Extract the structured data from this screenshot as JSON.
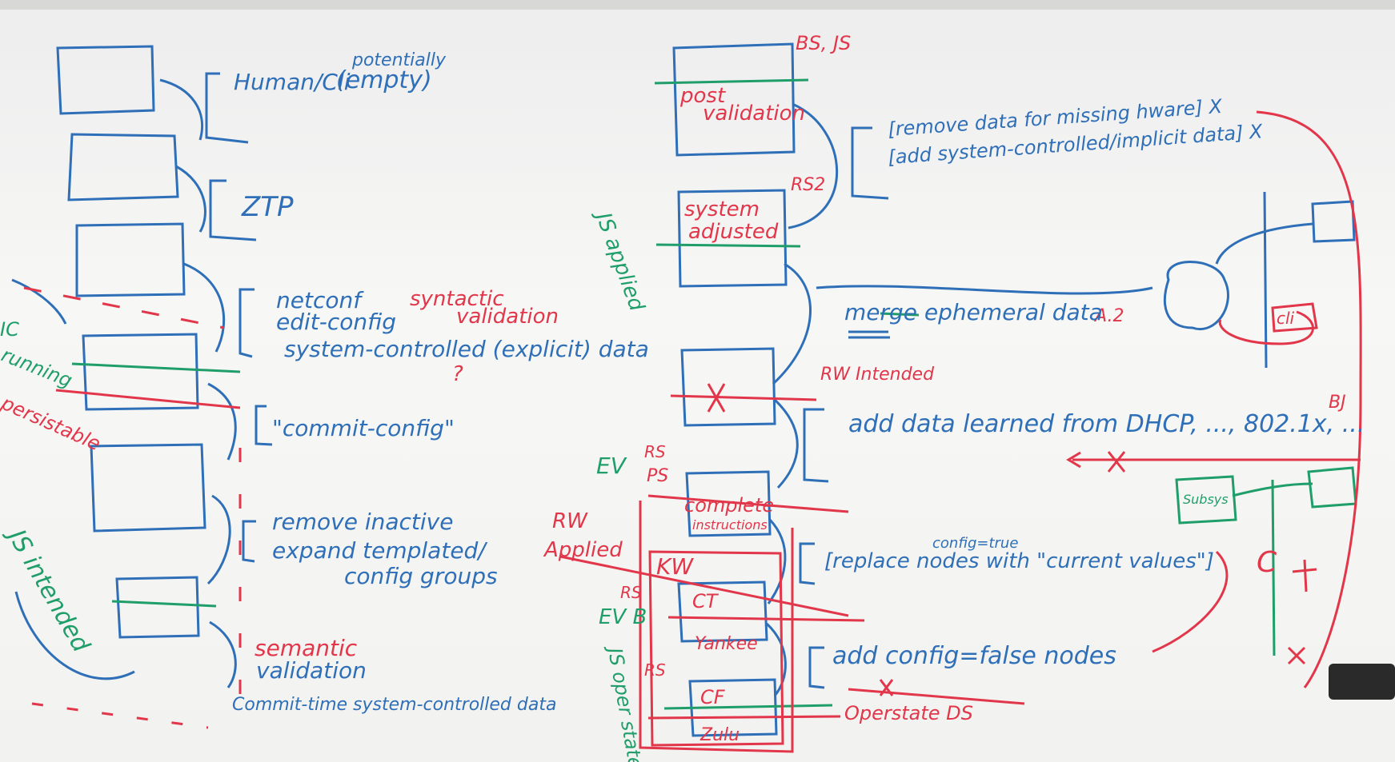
{
  "colors": {
    "blue": "#2e6fb8",
    "red": "#e2364a",
    "green": "#1f9e6a",
    "board": "#f4f4f2"
  },
  "left": {
    "potentially": "potentially",
    "human_cli": "Human/Cli",
    "empty": "(empty)",
    "ztp": "ZTP",
    "netconf": "netconf",
    "edit_config": "edit-config",
    "syntactic": "syntactic",
    "validation": "validation",
    "system_controlled": "system-controlled (explicit) data",
    "question": "?",
    "commit_config": "\"commit-config\"",
    "running": "running",
    "persistable": "persistable",
    "remove_inactive": "remove inactive",
    "expand_templated": "expand templated/",
    "config_groups": "config groups",
    "semantic": "semantic",
    "validation2": "validation",
    "commit_time": "Commit-time system-controlled data",
    "ic": "IC",
    "js_intended": "JS intended"
  },
  "right": {
    "bs_js": "BS, JS",
    "post": "post",
    "validation": "validation",
    "remove_data": "[remove data for missing hware] X",
    "add_system": "[add system-controlled/implicit data] X",
    "rs2": "RS2",
    "system": "system",
    "adjusted": "adjusted",
    "js_applied": "JS applied",
    "merge_ephemeral": "merge ephemeral data",
    "a2": "A.2",
    "cli": "cli",
    "rw_intended": "RW Intended",
    "add_learned": "add data learned from DHCP, ..., 802.1x, ...",
    "bj": "BJ",
    "ev": "EV",
    "rs": "RS",
    "ps": "PS",
    "complete": "complete",
    "instructions": "instructions",
    "rw": "RW",
    "applied": "Applied",
    "kw": "KW",
    "config_true": "config=true",
    "replace_nodes": "[replace nodes with \"current values\"]",
    "c": "C",
    "ct": "CT",
    "yankee": "Yankee",
    "ev_b": "EV B",
    "subsys": "Subsys",
    "add_config_false": "add config=false nodes",
    "js_oper": "JS oper state",
    "cf": "CF",
    "zulu": "Zulu",
    "operstate_ds": "Operstate DS"
  }
}
